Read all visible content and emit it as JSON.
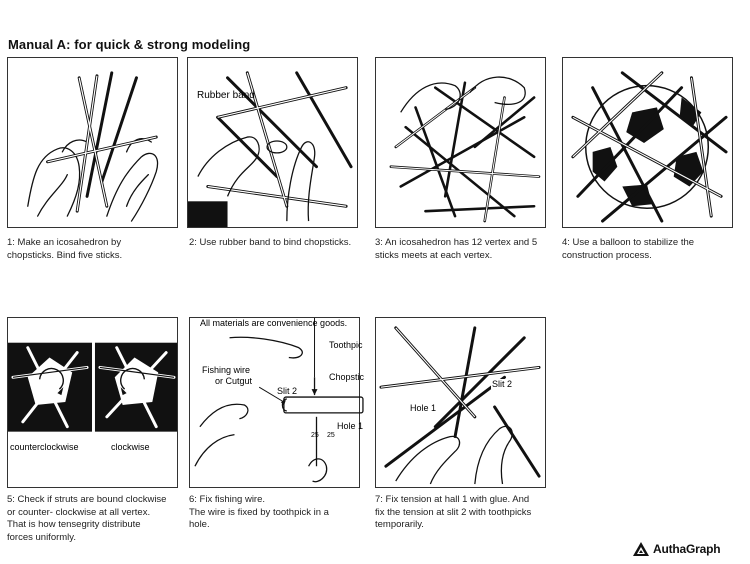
{
  "header": {
    "title": "Manual A: for quick & strong modeling"
  },
  "panels": [
    {
      "caption": [
        "1: Make an icosahedron by",
        "chopsticks.  Bind five  sticks."
      ],
      "labels": []
    },
    {
      "caption": [
        "2: Use rubber band to bind chopsticks."
      ],
      "labels": [
        "Rubber band"
      ]
    },
    {
      "caption": [
        "3: An icosahedron has 12 vertex and 5",
        "sticks meets at each vertex."
      ],
      "labels": []
    },
    {
      "caption": [
        "4: Use a balloon to stabilize the",
        "construction process."
      ],
      "labels": []
    },
    {
      "caption": [
        "5: Check if struts are bound clockwise",
        "or counter- clockwise at all vertex.",
        "That is how tensegrity distribute",
        "forces uniformly."
      ],
      "labels": [
        "counterclockwise",
        "clockwise"
      ]
    },
    {
      "caption": [
        "6: Fix fishing wire.",
        "The wire is fixed by toothpick in a",
        "hole."
      ],
      "labels": [
        "All materials are convenience goods.",
        "Toothpic",
        "Fishing wire",
        "or Cutgut",
        "Slit 2",
        "Chopstic",
        "Hole 1",
        "25",
        "25"
      ]
    },
    {
      "caption": [
        "7: Fix tension at hall 1 with glue.  And",
        "fix the tension at slit 2 with  toothpicks",
        "temporarily."
      ],
      "labels": [
        "Slit 2",
        "Hole 1"
      ]
    }
  ],
  "brand": {
    "name": "AuthaGraph",
    "icon": "authagraph-logo-icon"
  },
  "colors": {
    "ink": "#111111",
    "border": "#333333",
    "background": "#ffffff"
  }
}
